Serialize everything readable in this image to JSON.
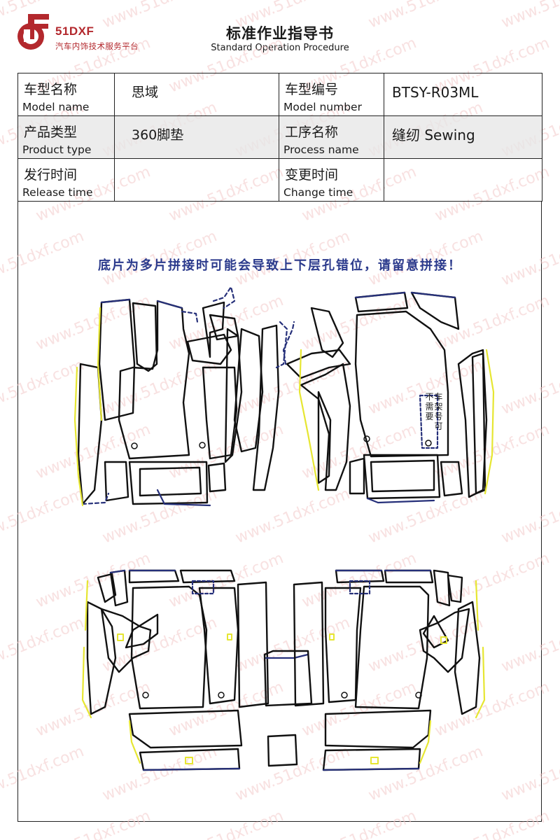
{
  "brand": {
    "name": "51DXF",
    "tagline": "汽车内饰技术服务平台",
    "watermark": "www.51dxf.com",
    "color": "#b3282d"
  },
  "header": {
    "title": "标准作业指导书",
    "subtitle": "Standard Operation Procedure"
  },
  "info": {
    "model_name": {
      "label_cn": "车型名称",
      "label_en": "Model name",
      "value": "思域"
    },
    "model_number": {
      "label_cn": "车型编号",
      "label_en": "Model number",
      "value": "BTSY-R03ML"
    },
    "product_type": {
      "label_cn": "产品类型",
      "label_en": "Product type",
      "value": "360脚垫"
    },
    "process_name": {
      "label_cn": "工序名称",
      "label_en": "Process name",
      "value": "缝纫 Sewing"
    },
    "release_time": {
      "label_cn": "发行时间",
      "label_en": "Release time",
      "value": ""
    },
    "change_time": {
      "label_cn": "变更时间",
      "label_en": "Change time",
      "value": ""
    }
  },
  "diagram": {
    "notice": "底片为多片拼接时可能会导致上下层孔错位，请留意拼接！",
    "vertical_notes": [
      "不需要",
      "车架号可"
    ],
    "colors": {
      "outline": "#111111",
      "edge_blue": "#26307a",
      "edge_yellow": "#e6e632",
      "notice": "#2b3a8c"
    }
  }
}
